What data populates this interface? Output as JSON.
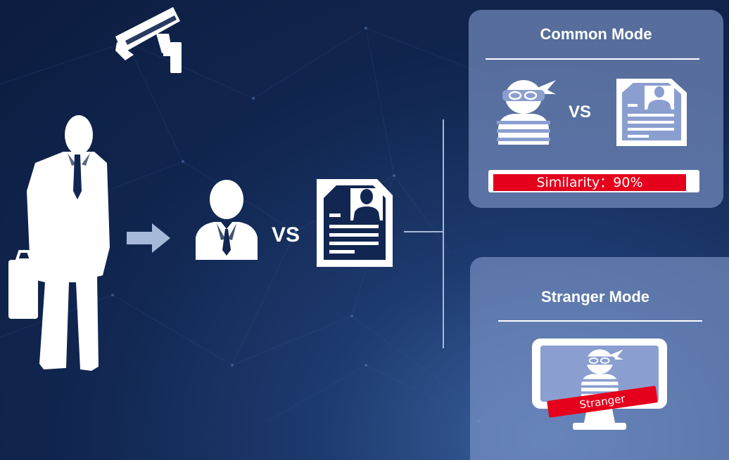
{
  "flow": {
    "vs_label": "VS"
  },
  "common_mode": {
    "title": "Common Mode",
    "vs_label": "VS",
    "similarity_text": "Similarity：90%"
  },
  "stranger_mode": {
    "title": "Stranger Mode",
    "tag_text": "Stranger"
  },
  "colors": {
    "background": "#112650",
    "panel": "#8a9fd0",
    "alert_red": "#e5001c",
    "icon": "#ffffff"
  },
  "icons": [
    "security-camera-icon",
    "businessman-silhouette-icon",
    "arrow-right-icon",
    "person-avatar-icon",
    "id-document-icon",
    "masked-thief-icon",
    "monitor-icon"
  ]
}
